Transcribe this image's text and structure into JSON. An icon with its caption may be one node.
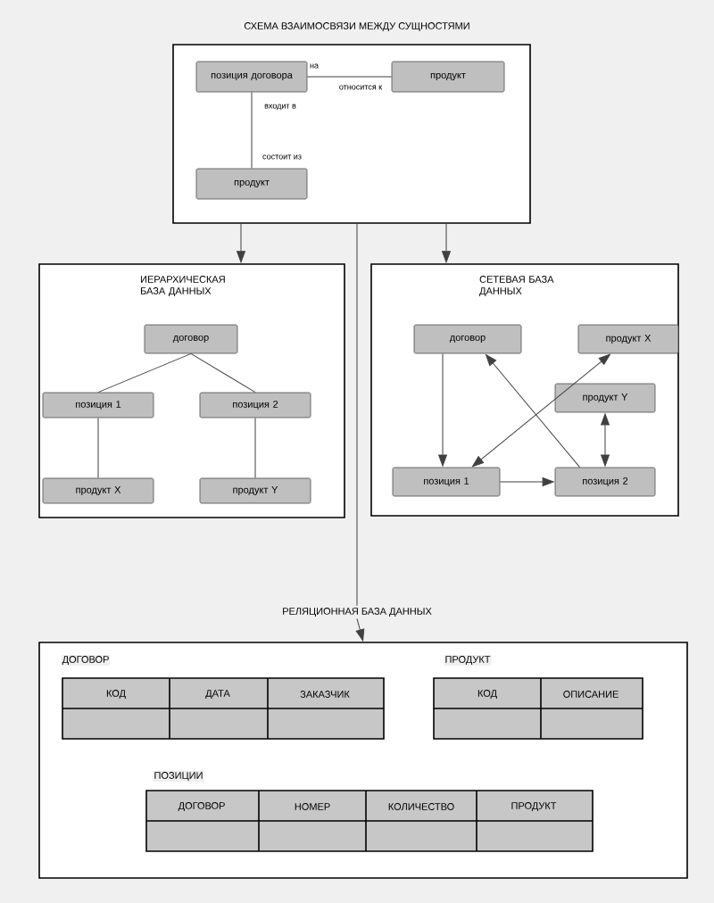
{
  "diagram": {
    "nodes": [
      {
        "text": [
          "СХЕМА ВЗАИМОСВЯЗИ МЕЖДУ СУЩНОСТЯМИ"
        ]
      },
      {
        "text": [
          "позиция договора"
        ],
        "in": 0
      },
      {
        "text": [
          "продукт"
        ],
        "in": 0
      },
      {
        "text": [
          "продукт"
        ],
        "in": 0
      },
      {
        "text": [
          "ИЕРАРХИЧЕСКАЯ БАЗА ДАННЫХ"
        ]
      },
      {
        "text": [
          "договор"
        ],
        "in": 4
      },
      {
        "text": [
          "позиция 1"
        ],
        "in": 4
      },
      {
        "text": [
          "позиция 2"
        ],
        "in": 4
      },
      {
        "text": [
          "продукт X"
        ],
        "in": 4
      },
      {
        "text": [
          "продукт Y"
        ],
        "in": 4
      },
      {
        "text": [
          "СЕТЕВАЯ БАЗА ДАННЫХ"
        ]
      },
      {
        "text": [
          "договор"
        ],
        "in": 10
      },
      {
        "text": [
          "продукт X"
        ],
        "in": 10
      },
      {
        "text": [
          "продукт Y"
        ],
        "in": 10
      },
      {
        "text": [
          "позиция 1"
        ],
        "in": 10
      },
      {
        "text": [
          "позиция 2"
        ],
        "in": 10
      },
      {
        "text": [
          "РЕЛЯЦИОННАЯ БАЗА ДАННЫХ"
        ]
      },
      {
        "text": [],
        "shape": "box"
      }
    ],
    "edges": [
      {
        "from": 2,
        "to": 1,
        "arrow": "none",
        "label": "относится к"
      },
      {
        "from": 1,
        "to": 3,
        "arrow": "none",
        "label": "входит в"
      },
      {
        "from": 0,
        "to": 4,
        "arrow": "to"
      },
      {
        "from": 0,
        "to": 10,
        "arrow": "to"
      },
      {
        "from": 0,
        "to": 16,
        "arrow": "none"
      },
      {
        "from": 16,
        "to": 17,
        "arrow": "to"
      },
      {
        "from": 5,
        "to": 6,
        "arrow": "none"
      },
      {
        "from": 5,
        "to": 7,
        "arrow": "none"
      },
      {
        "from": 6,
        "to": 8,
        "arrow": "none"
      },
      {
        "from": 7,
        "to": 9,
        "arrow": "none"
      },
      {
        "from": 11,
        "to": 14,
        "arrow": "to"
      },
      {
        "from": 14,
        "to": 15,
        "arrow": "to"
      },
      {
        "from": 14,
        "to": 12,
        "arrow": "both"
      },
      {
        "from": 15,
        "to": 11,
        "arrow": "to"
      },
      {
        "from": 13,
        "to": 15,
        "arrow": "both"
      }
    ],
    "labels": [
      "на",
      "состоит из",
      "ДОГОВОР",
      "КОД",
      "ДАТА",
      "ЗАКАЗЧИК",
      "ПРОДУКТ",
      "КОД",
      "ОПИСАНИЕ",
      "ПОЗИЦИИ",
      "ДОГОВОР",
      "НОМЕР",
      "КОЛИЧЕСТВО",
      "ПРОДУКТ"
    ]
  }
}
